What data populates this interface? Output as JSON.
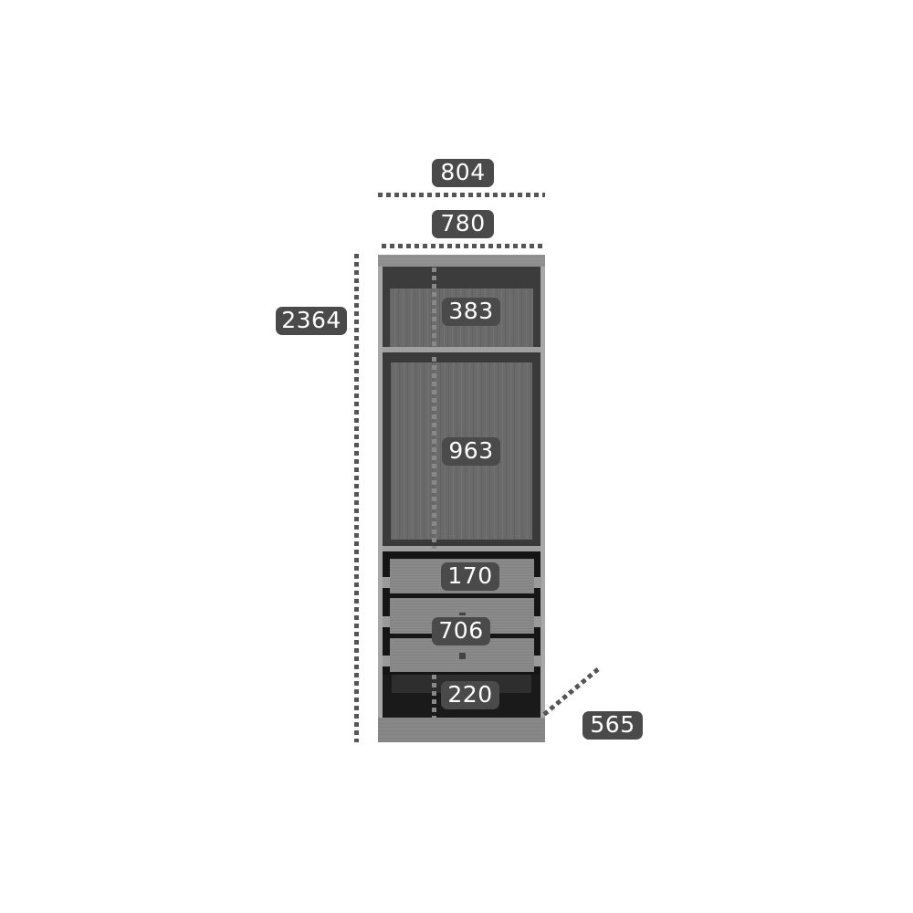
{
  "diagram": {
    "subject": "wardrobe-cabinet-dimensions",
    "colors": {
      "label_bg": "#4a4a4a",
      "label_text": "#ffffff",
      "dimension_line": "#555555",
      "cabinet_frame": "#9a9a9a",
      "cabinet_interior": "#6a6a6a",
      "drawer_front": "#8a8a8a"
    },
    "dimensions": {
      "overall_width": "804",
      "inner_width": "780",
      "overall_height": "2364",
      "top_compartment": "383",
      "hanging_compartment": "963",
      "drawer_height": "170",
      "drawer_section": "706",
      "bottom_compartment": "220",
      "depth": "565"
    }
  }
}
